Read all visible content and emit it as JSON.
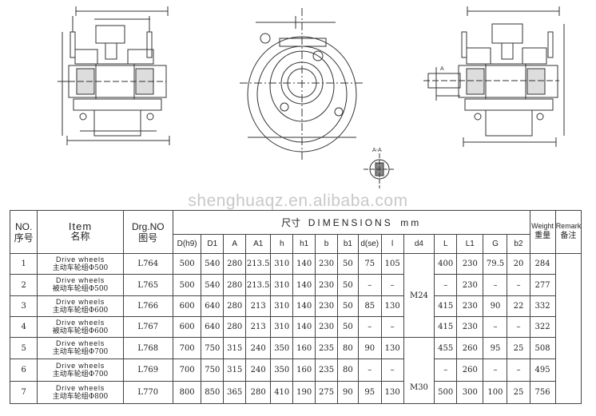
{
  "watermark": "shenghuaqz.en.alibaba.com",
  "drawing": {
    "section_label": "A-A",
    "view_label_a": "A"
  },
  "table": {
    "headers": {
      "no_en": "NO.",
      "no_cn": "序号",
      "item_en": "Item",
      "item_cn": "名称",
      "drg_en": "Drg.NO",
      "drg_cn": "图号",
      "dim_cn": "尺寸",
      "dim_en": "DIMENSIONS",
      "dim_unit": "mm",
      "weight_en": "Weight",
      "weight_cn": "重量",
      "remark_en": "Remark",
      "remark_cn": "备注"
    },
    "columns": [
      "D(h9)",
      "D1",
      "A",
      "A1",
      "h",
      "h1",
      "b",
      "b1",
      "d(se)",
      "l",
      "d4",
      "L",
      "L1",
      "G",
      "b2"
    ],
    "d4_values": [
      "M24",
      "M30"
    ],
    "rows": [
      {
        "no": "1",
        "item_en": "Drive wheels",
        "item_cn": "主动车轮组Φ500",
        "drg": "L764",
        "D": "500",
        "D1": "540",
        "A": "280",
        "A1": "213.5",
        "h": "310",
        "h1": "140",
        "b": "230",
        "b1": "50",
        "d": "75",
        "l": "105",
        "L": "400",
        "L1": "230",
        "G": "79.5",
        "b2": "20",
        "weight": "284"
      },
      {
        "no": "2",
        "item_en": "Drive wheels",
        "item_cn": "被动车轮组Φ500",
        "drg": "L765",
        "D": "500",
        "D1": "540",
        "A": "280",
        "A1": "213.5",
        "h": "310",
        "h1": "140",
        "b": "230",
        "b1": "50",
        "d": "–",
        "l": "–",
        "L": "–",
        "L1": "230",
        "G": "–",
        "b2": "–",
        "weight": "277"
      },
      {
        "no": "3",
        "item_en": "Drive wheels",
        "item_cn": "主动车轮组Φ600",
        "drg": "L766",
        "D": "600",
        "D1": "640",
        "A": "280",
        "A1": "213",
        "h": "310",
        "h1": "140",
        "b": "230",
        "b1": "50",
        "d": "85",
        "l": "130",
        "L": "415",
        "L1": "230",
        "G": "90",
        "b2": "22",
        "weight": "332"
      },
      {
        "no": "4",
        "item_en": "Drive wheels",
        "item_cn": "被动车轮组Φ600",
        "drg": "L767",
        "D": "600",
        "D1": "640",
        "A": "280",
        "A1": "213",
        "h": "310",
        "h1": "140",
        "b": "230",
        "b1": "50",
        "d": "–",
        "l": "–",
        "L": "415",
        "L1": "230",
        "G": "–",
        "b2": "–",
        "weight": "322"
      },
      {
        "no": "5",
        "item_en": "Drive wheels",
        "item_cn": "主动车轮组Φ700",
        "drg": "L768",
        "D": "700",
        "D1": "750",
        "A": "315",
        "A1": "240",
        "h": "350",
        "h1": "160",
        "b": "235",
        "b1": "80",
        "d": "90",
        "l": "130",
        "L": "455",
        "L1": "260",
        "G": "95",
        "b2": "25",
        "weight": "508"
      },
      {
        "no": "6",
        "item_en": "Drive wheels",
        "item_cn": "主动车轮组Φ700",
        "drg": "L769",
        "D": "700",
        "D1": "750",
        "A": "315",
        "A1": "240",
        "h": "350",
        "h1": "160",
        "b": "235",
        "b1": "80",
        "d": "–",
        "l": "–",
        "L": "–",
        "L1": "260",
        "G": "–",
        "b2": "–",
        "weight": "495"
      },
      {
        "no": "7",
        "item_en": "Drive wheels",
        "item_cn": "主动车轮组Φ800",
        "drg": "L770",
        "D": "800",
        "D1": "850",
        "A": "365",
        "A1": "280",
        "h": "410",
        "h1": "190",
        "b": "275",
        "b1": "90",
        "d": "95",
        "l": "130",
        "L": "500",
        "L1": "300",
        "G": "100",
        "b2": "25",
        "weight": "756"
      }
    ]
  }
}
